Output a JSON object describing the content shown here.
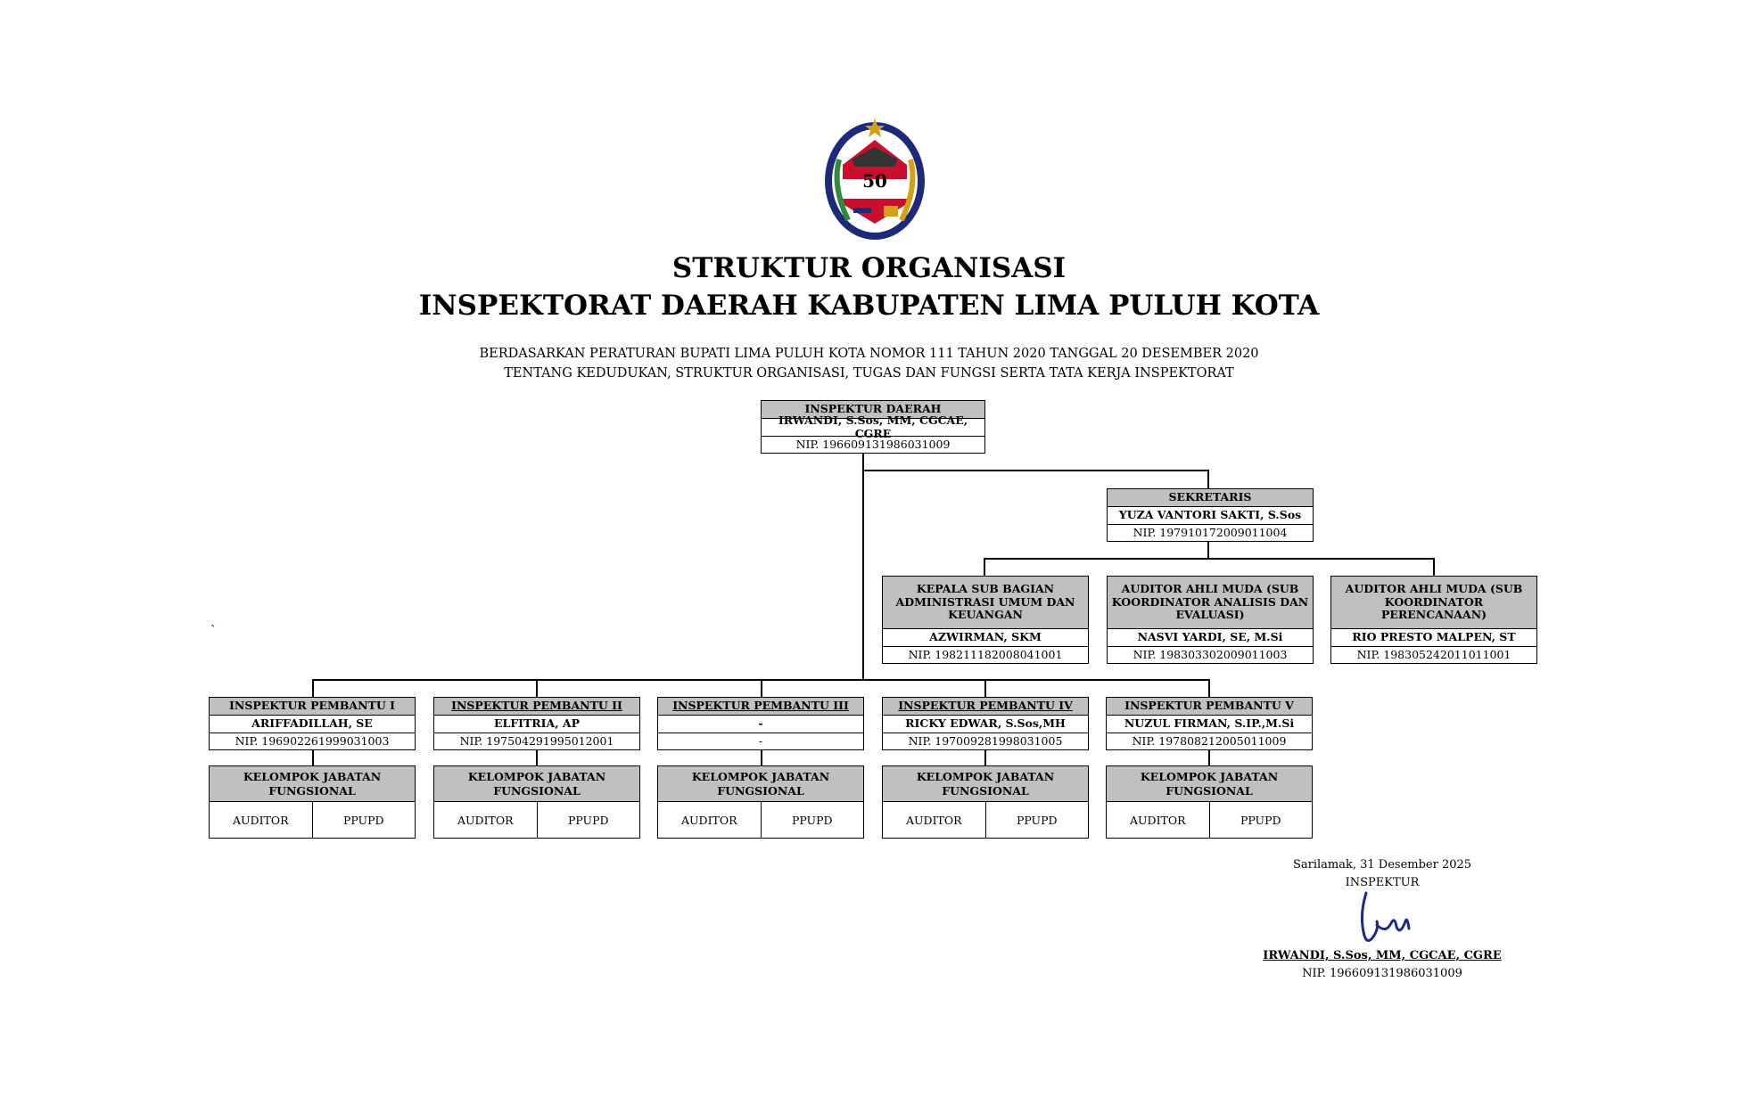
{
  "header": {
    "title_line1": "STRUKTUR ORGANISASI",
    "title_line2": "INSPEKTORAT DAERAH KABUPATEN LIMA PULUH KOTA",
    "subtitle_line1": "BERDASARKAN PERATURAN BUPATI LIMA PULUH KOTA NOMOR 111 TAHUN 2020 TANGGAL 20 DESEMBER 2020",
    "subtitle_line2": "TENTANG KEDUDUKAN, STRUKTUR ORGANISASI, TUGAS DAN FUNGSI SERTA TATA KERJA INSPEKTORAT",
    "logo_text": "50"
  },
  "inspektur": {
    "title": "INSPEKTUR DAERAH",
    "name": "IRWANDI, S.Sos, MM, CGCAE, CGRE",
    "nip": "NIP. 196609131986031009"
  },
  "sekretaris": {
    "title": "SEKRETARIS",
    "name": "YUZA VANTORI SAKTI, S.Sos",
    "nip": "NIP. 197910172009011004"
  },
  "sub_units": [
    {
      "title": "KEPALA SUB BAGIAN ADMINISTRASI UMUM DAN KEUANGAN",
      "name": "AZWIRMAN, SKM",
      "nip": "NIP. 198211182008041001"
    },
    {
      "title": "AUDITOR AHLI MUDA (SUB KOORDINATOR ANALISIS DAN EVALUASI)",
      "name": "NASVI YARDI, SE, M.Si",
      "nip": "NIP. 198303302009011003"
    },
    {
      "title": "AUDITOR AHLI MUDA (SUB KOORDINATOR PERENCANAAN)",
      "name": "RIO PRESTO MALPEN, ST",
      "nip": "NIP. 198305242011011001"
    }
  ],
  "stray_mark": "`",
  "pembantu": [
    {
      "title": "INSPEKTUR PEMBANTU I",
      "name": "ARIFFADILLAH, SE",
      "nip": "NIP. 196902261999031003"
    },
    {
      "title": "INSPEKTUR PEMBANTU II",
      "name": "ELFITRIA,  AP",
      "nip": "NIP. 197504291995012001"
    },
    {
      "title": "INSPEKTUR PEMBANTU III",
      "name": "-",
      "nip": "-"
    },
    {
      "title": "INSPEKTUR PEMBANTU IV",
      "name": "RICKY EDWAR, S.Sos,MH",
      "nip": "NIP. 197009281998031005"
    },
    {
      "title": "INSPEKTUR PEMBANTU V",
      "name": "NUZUL FIRMAN, S.IP.,M.Si",
      "nip": "NIP. 197808212005011009"
    }
  ],
  "fungsional": {
    "title_line1": "KELOMPOK JABATAN",
    "title_line2": "FUNGSIONAL",
    "left": "AUDITOR",
    "right": "PPUPD"
  },
  "signature": {
    "place_date": "Sarilamak, 31 Desember 2025",
    "position": "INSPEKTUR",
    "name": "IRWANDI, S.Sos, MM, CGCAE, CGRE",
    "nip": "NIP. 196609131986031009"
  }
}
